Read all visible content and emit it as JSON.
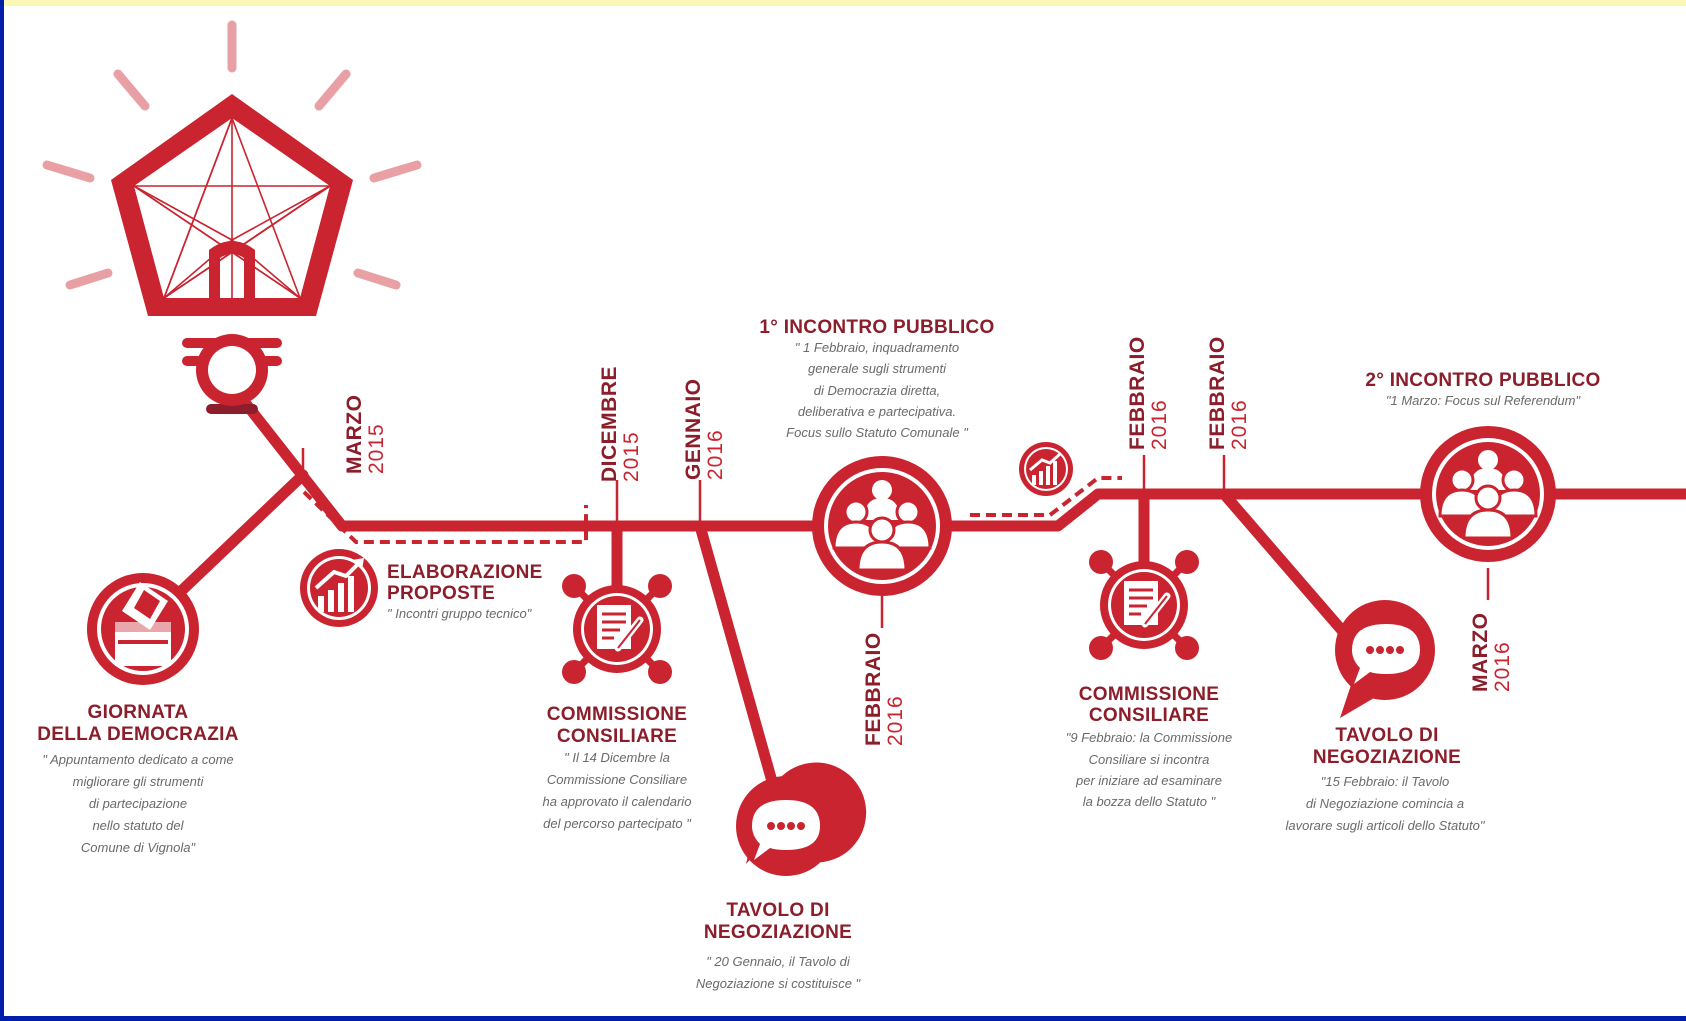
{
  "colors": {
    "red": "#c9242f",
    "dark_red": "#8b1e2a",
    "pink": "#e8a0a4",
    "text_grey": "#6a6a6a",
    "frame_blue": "#001ea8",
    "top_strip": "#fbf7b5"
  },
  "events": {
    "giornata": {
      "title_1": "GIORNATA",
      "title_2": "DELLA DEMOCRAZIA",
      "desc": [
        "\" Appuntamento dedicato a come",
        "migliorare gli strumenti",
        "di partecipazione",
        "nello statuto del",
        "Comune di Vignola\""
      ],
      "icon": "ballot-box-icon"
    },
    "elaborazione": {
      "title_1": "ELABORAZIONE",
      "title_2": "PROPOSTE",
      "desc": "\" Incontri gruppo tecnico\"",
      "icon": "growth-chart-icon"
    },
    "commissione_1": {
      "title_1": "COMMISSIONE",
      "title_2": "CONSILIARE",
      "desc": [
        "\" Il 14 Dicembre la",
        "Commissione Consiliare",
        "ha approvato il calendario",
        "del percorso partecipato \""
      ],
      "icon": "document-pen-icon"
    },
    "tavolo_1": {
      "title_1": "TAVOLO DI",
      "title_2": "NEGOZIAZIONE",
      "desc": [
        "\" 20 Gennaio, il Tavolo di",
        "Negoziazione si costituisce \""
      ],
      "icon": "speech-bubble-icon"
    },
    "incontro_1": {
      "title": "1° INCONTRO PUBBLICO",
      "desc": [
        "\" 1 Febbraio, inquadramento",
        "generale sugli strumenti",
        "di Democrazia diretta,",
        "deliberativa e partecipativa.",
        "Focus sullo Statuto Comunale \""
      ],
      "icon": "people-group-icon"
    },
    "commissione_2": {
      "title_1": "COMMISSIONE",
      "title_2": "CONSILIARE",
      "desc": [
        "\"9 Febbraio: la Commissione",
        "Consiliare si incontra",
        "per iniziare ad esaminare",
        "la bozza dello Statuto \""
      ],
      "icon": "document-pen-icon"
    },
    "tavolo_2": {
      "title_1": "TAVOLO DI",
      "title_2": "NEGOZIAZIONE",
      "desc": [
        "\"15 Febbraio: il Tavolo",
        "di Negoziazione comincia a",
        "lavorare sugli articoli dello Statuto\""
      ],
      "icon": "speech-bubble-icon"
    },
    "incontro_2": {
      "title": "2° INCONTRO PUBBLICO",
      "desc": "\"1 Marzo: Focus sul Referendum\"",
      "icon": "people-group-icon"
    }
  },
  "dates": {
    "marzo_2015": {
      "month": "MARZO",
      "year": "2015"
    },
    "dicembre_2015": {
      "month": "DICEMBRE",
      "year": "2015"
    },
    "gennaio_2016": {
      "month": "GENNAIO",
      "year": "2016"
    },
    "febbraio_2016_a": {
      "month": "FEBBRAIO",
      "year": "2016"
    },
    "febbraio_2016_b": {
      "month": "FEBBRAIO",
      "year": "2016"
    },
    "febbraio_2016_c": {
      "month": "FEBBRAIO",
      "year": "2016"
    },
    "marzo_2016": {
      "month": "MARZO",
      "year": "2016"
    }
  }
}
